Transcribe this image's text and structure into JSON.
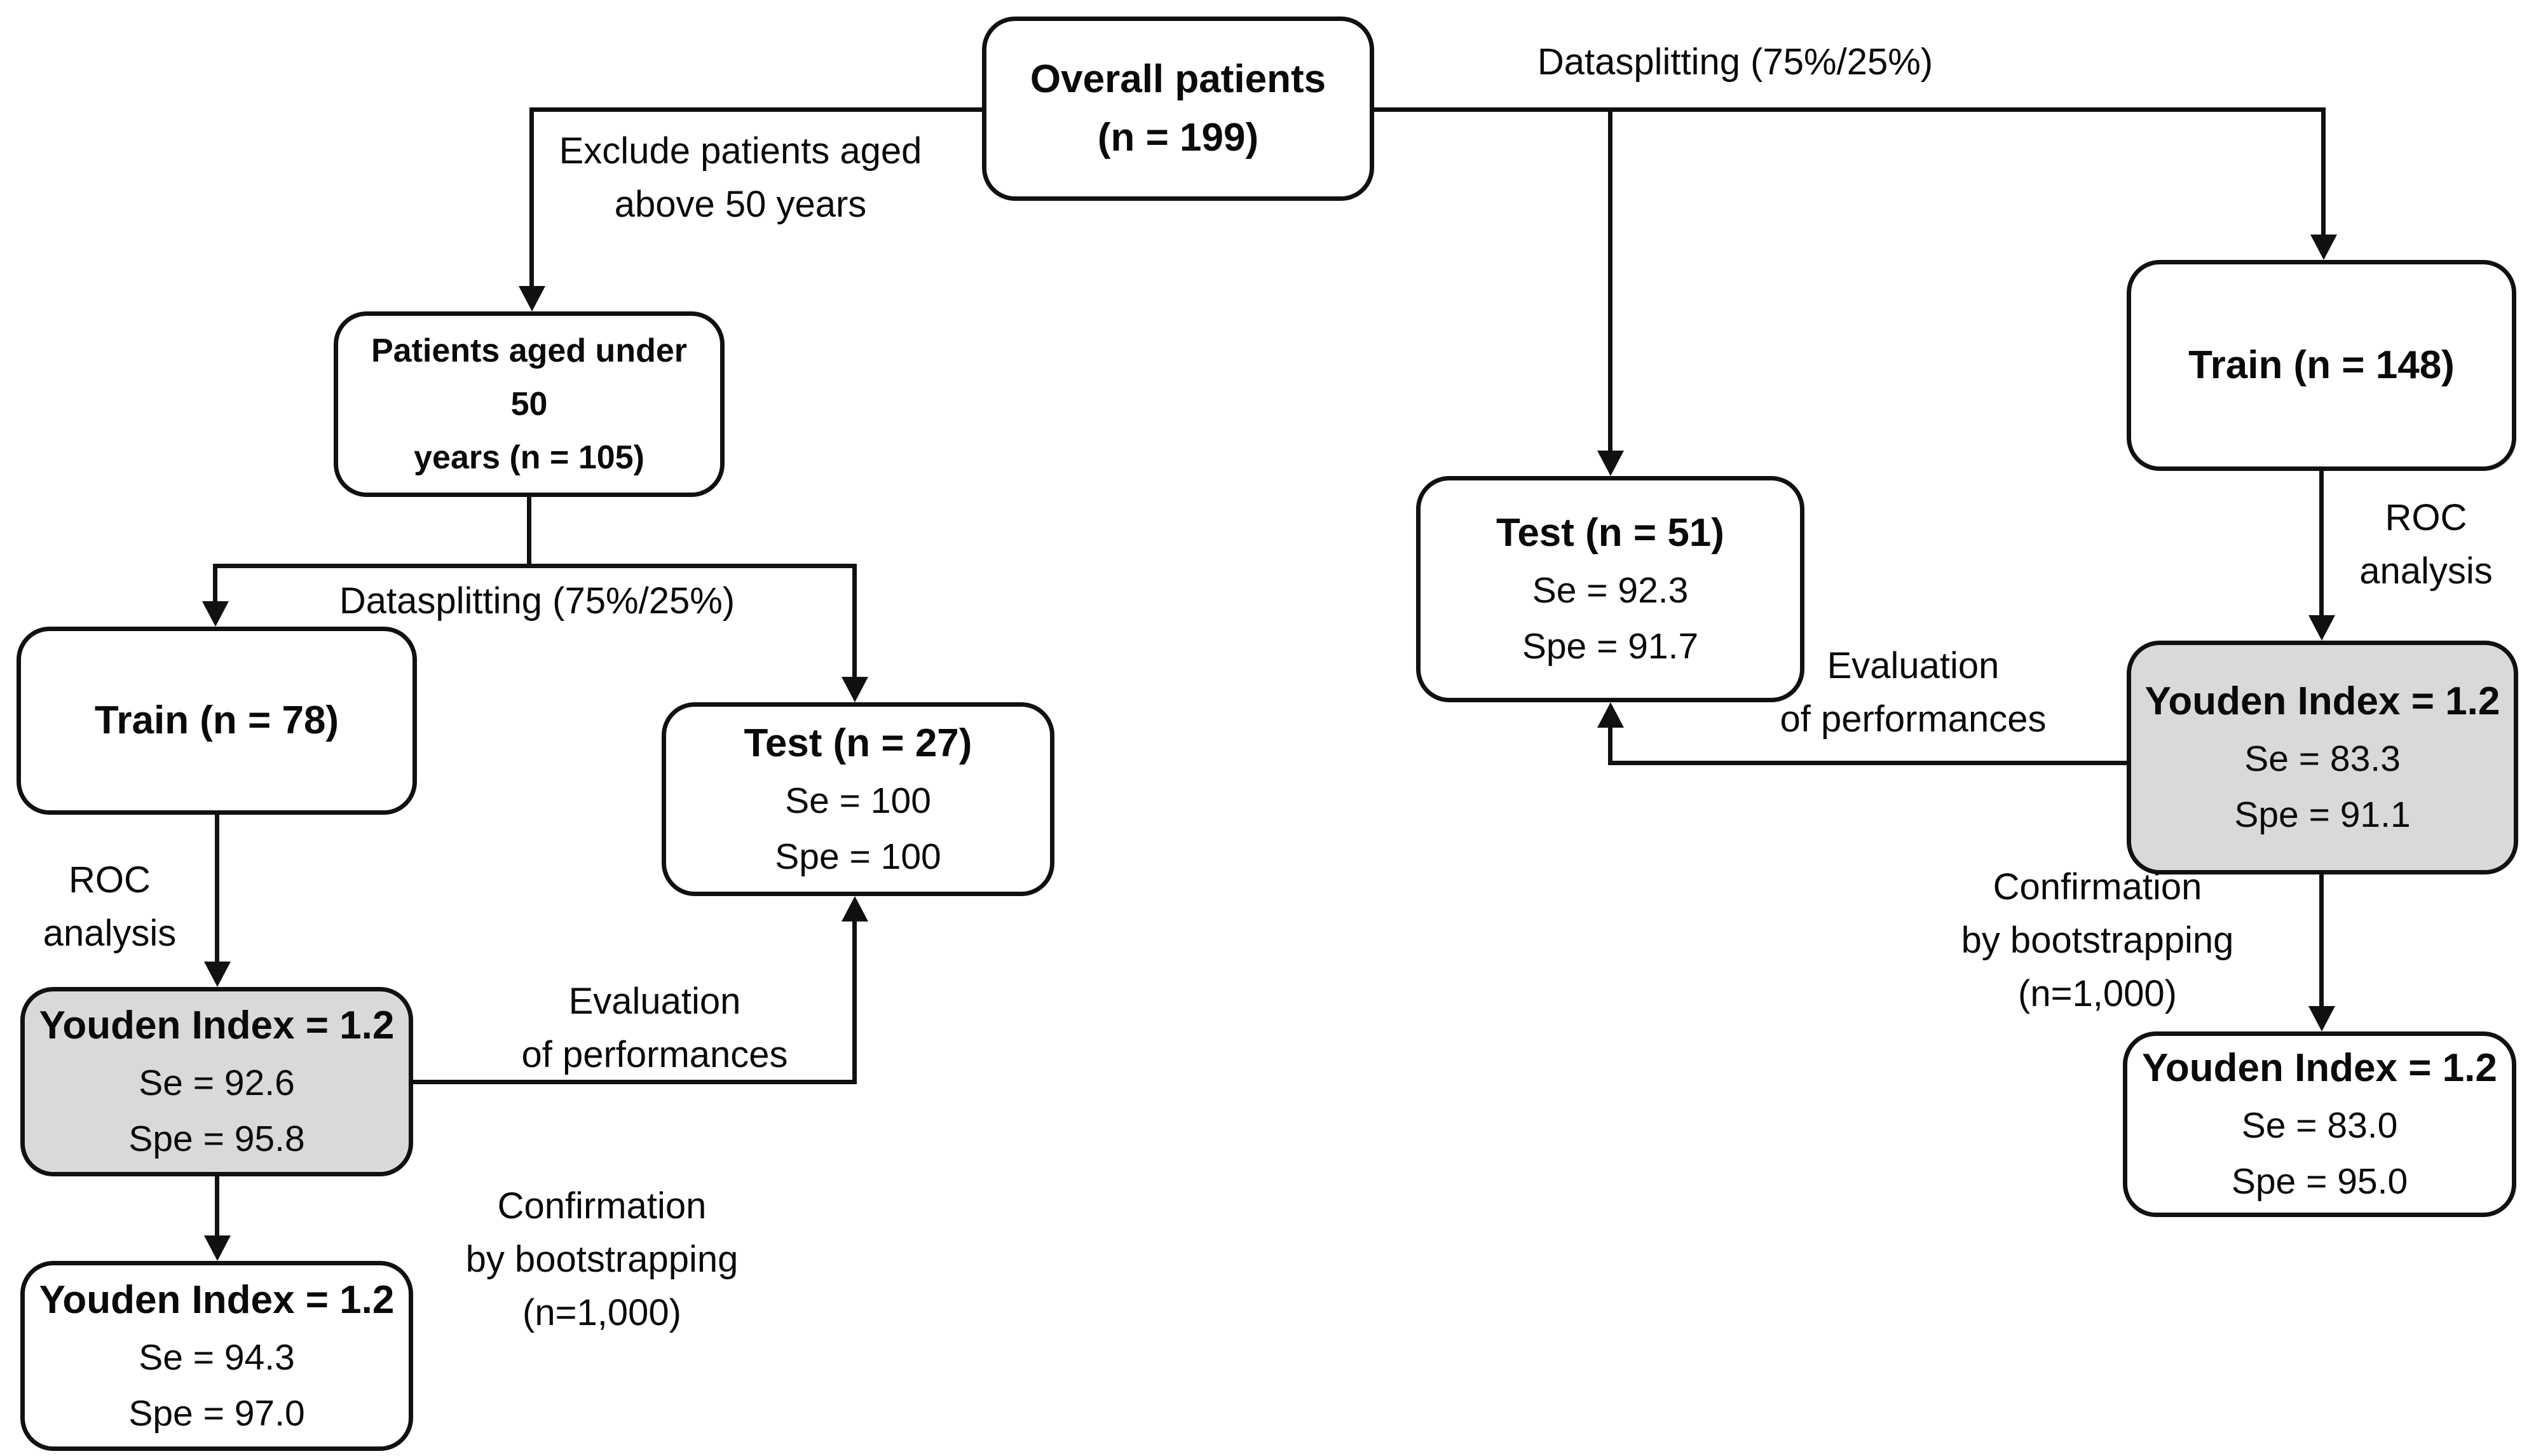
{
  "diagram": {
    "type": "flowchart",
    "background": "#ffffff",
    "colors": {
      "box_border": "#111111",
      "box_fill_white": "#ffffff",
      "box_fill_gray": "#d9d9d9",
      "connector": "#111111",
      "text": "#0a0a0a"
    },
    "nodes": {
      "overall": {
        "title": "Overall patients\n(n = 199)"
      },
      "under50": {
        "title": "Patients aged under 50\nyears (n = 105)"
      },
      "train_under50": {
        "title": "Train (n = 78)"
      },
      "test_under50": {
        "title": "Test (n = 27)",
        "se": "Se = 100",
        "spe": "Spe = 100"
      },
      "youden_under50": {
        "title": "Youden Index = 1.2",
        "se": "Se = 92.6",
        "spe": "Spe = 95.8"
      },
      "youden_under50_boot": {
        "title": "Youden Index = 1.2",
        "se": "Se = 94.3",
        "spe": "Spe = 97.0"
      },
      "train_overall": {
        "title": "Train (n = 148)"
      },
      "test_overall": {
        "title": "Test (n = 51)",
        "se": "Se = 92.3",
        "spe": "Spe = 91.7"
      },
      "youden_overall": {
        "title": "Youden Index = 1.2",
        "se": "Se = 83.3",
        "spe": "Spe = 91.1"
      },
      "youden_overall_boot": {
        "title": "Youden Index = 1.2",
        "se": "Se = 83.0",
        "spe": "Spe = 95.0"
      }
    },
    "labels": {
      "datasplitting_top": "Datasplitting (75%/25%)",
      "exclude": "Exclude patients aged\nabove 50 years",
      "datasplitting_left": "Datasplitting (75%/25%)",
      "roc_left": "ROC\nanalysis",
      "evaluation_left": "Evaluation\nof performances",
      "confirmation_left": "Confirmation\nby bootstrapping\n(n=1,000)",
      "roc_right": "ROC\nanalysis",
      "evaluation_right": "Evaluation\nof performances",
      "confirmation_right": "Confirmation\nby bootstrapping\n(n=1,000)"
    }
  }
}
